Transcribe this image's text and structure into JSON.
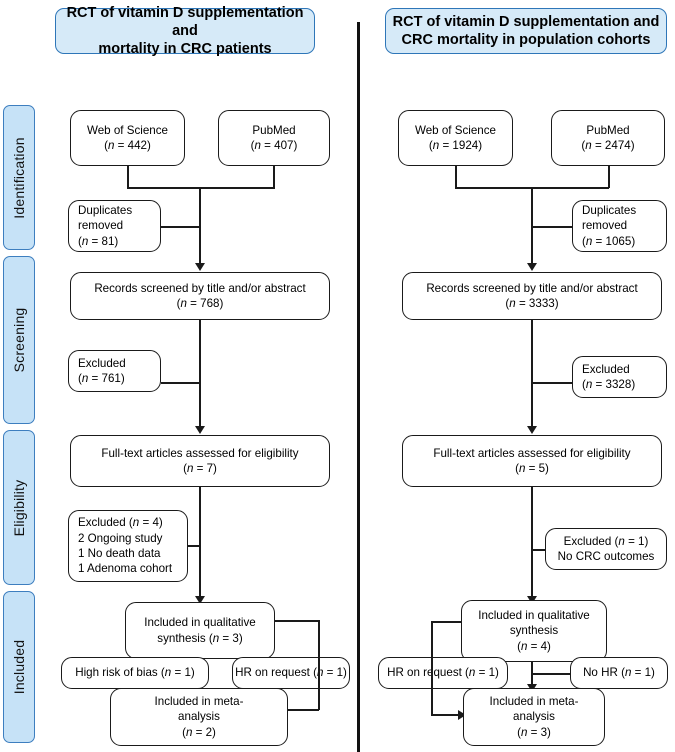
{
  "stages": [
    {
      "name": "identification",
      "label": "Identification"
    },
    {
      "name": "screening",
      "label": "Screening"
    },
    {
      "name": "eligibility",
      "label": "Eligibility"
    },
    {
      "name": "included",
      "label": "Included"
    }
  ],
  "panels": {
    "left": {
      "header_line1": "RCT of vitamin D supplementation and",
      "header_line2": "mortality in CRC patients",
      "source_a": {
        "line1": "Web of Science",
        "line2": "(",
        "n": "n",
        "line2b": " = 442)"
      },
      "source_b": {
        "line1": "PubMed",
        "line2": "(",
        "n": "n",
        "line2b": " = 407)"
      },
      "duplicates": {
        "line1": "Duplicates",
        "line2": "removed",
        "line3a": "(",
        "n": "n",
        "line3b": " = 81)"
      },
      "screened": {
        "line1": "Records screened by title and/or abstract",
        "line2a": "(",
        "n": "n",
        "line2b": " = 768)"
      },
      "excluded1": {
        "line1": "Excluded",
        "line2a": "(",
        "n": "n",
        "line2b": " = 761)"
      },
      "fulltext": {
        "line1": "Full-text articles assessed for eligibility",
        "line2a": "(",
        "n": "n",
        "line2b": " = 7)"
      },
      "excluded2": {
        "line1a": "Excluded (",
        "n": "n",
        "line1b": " = 4)",
        "line2": "2 Ongoing study",
        "line3": "1 No death data",
        "line4": "1 Adenoma cohort"
      },
      "qualitative": {
        "line1": "Included in qualitative",
        "line2a": "synthesis (",
        "n": "n",
        "line2b": " = 3)"
      },
      "side_left": {
        "line1a": "High risk of bias (",
        "n": "n",
        "line1b": " = 1)"
      },
      "side_right": {
        "line1a": "HR on request (",
        "n": "n",
        "line1b": " = 1)"
      },
      "meta": {
        "line1": "Included in meta-",
        "line2": "analysis",
        "line3a": "(",
        "n": "n",
        "line3b": " = 2)"
      }
    },
    "right": {
      "header_line1": "RCT of vitamin D supplementation and",
      "header_line2": "CRC mortality in population cohorts",
      "source_a": {
        "line1": "Web of Science",
        "line2": "(",
        "n": "n",
        "line2b": " = 1924)"
      },
      "source_b": {
        "line1": "PubMed",
        "line2": "(",
        "n": "n",
        "line2b": " = 2474)"
      },
      "duplicates": {
        "line1": "Duplicates",
        "line2": "removed",
        "line3a": "(",
        "n": "n",
        "line3b": " = 1065)"
      },
      "screened": {
        "line1": "Records screened by title and/or abstract",
        "line2a": "(",
        "n": "n",
        "line2b": " = 3333)"
      },
      "excluded1": {
        "line1": "Excluded",
        "line2a": "(",
        "n": "n",
        "line2b": " = 3328)"
      },
      "fulltext": {
        "line1": "Full-text articles assessed for eligibility",
        "line2a": "(",
        "n": "n",
        "line2b": " = 5)"
      },
      "excluded2": {
        "line1a": "Excluded (",
        "n": "n",
        "line1b": " = 1)",
        "line2": "No CRC outcomes"
      },
      "qualitative": {
        "line1": "Included in qualitative",
        "line2": "synthesis",
        "line3a": "(",
        "n": "n",
        "line3b": " = 4)"
      },
      "side_left": {
        "line1a": "HR on request (",
        "n": "n",
        "line1b": " = 1)"
      },
      "side_right": {
        "line1a": "No HR (",
        "n": "n",
        "line1b": " = 1)"
      },
      "meta": {
        "line1": "Included in meta-",
        "line2": "analysis",
        "line3a": "(",
        "n": "n",
        "line3b": " = 3)"
      }
    }
  },
  "colors": {
    "stage_fill": "#c6e2f7",
    "stage_border": "#3d7ebf",
    "header_fill": "#d6eaf8",
    "header_border": "#2e76b8",
    "box_border": "#1a1a1a",
    "line": "#1a1a1a"
  }
}
